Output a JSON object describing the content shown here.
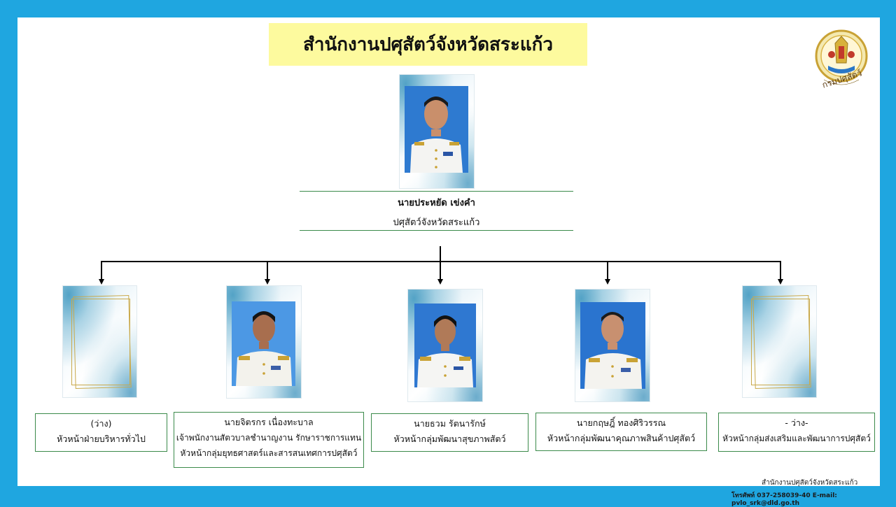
{
  "title": "สำนักงานปศุสัตว์จังหวัดสระแก้ว",
  "logo": {
    "caption": "กรมปศุสัตว์",
    "icon": "dld-emblem-icon"
  },
  "head": {
    "name": "นายประหยัด  เข่งคำ",
    "position": "ปศุสัตว์จังหวัดสระแก้ว"
  },
  "subordinates": [
    {
      "name": "(ว่าง)",
      "lines": [
        "หัวหน้าฝ่ายบริหารทั่วไป"
      ],
      "vacant": true
    },
    {
      "name": "นายจิตรกร  เนื่องทะบาล",
      "lines": [
        "เจ้าพนักงานสัตวบาลชำนาญงาน รักษาราชการแทน",
        "หัวหน้ากลุ่มยุทธศาสตร์และสารสนเทศการปศุสัตว์"
      ],
      "vacant": false
    },
    {
      "name": "นายธวม  รัตนารักษ์",
      "lines": [
        "หัวหน้ากลุ่มพัฒนาสุขภาพสัตว์"
      ],
      "vacant": false
    },
    {
      "name": "นายกฤษฎิ์ ทองศิริวรรณ",
      "lines": [
        "หัวหน้ากลุ่มพัฒนาคุณภาพสินค้าปศุสัตว์"
      ],
      "vacant": false
    },
    {
      "name": "- ว่าง-",
      "lines": [
        "หัวหน้ากลุ่มส่งเสริมและพัฒนาการปศุสัตว์"
      ],
      "vacant": true
    }
  ],
  "footer": {
    "office": "สำนักงานปศุสัตว์จังหวัดสระแก้ว",
    "contact": "โทรศัพท์ 037-258039-40  E-mail: pvlo_srk@dld.go.th"
  },
  "colors": {
    "background": "#1fa6e0",
    "title_bg": "#fdfa9e",
    "line": "#3b8a4a"
  }
}
